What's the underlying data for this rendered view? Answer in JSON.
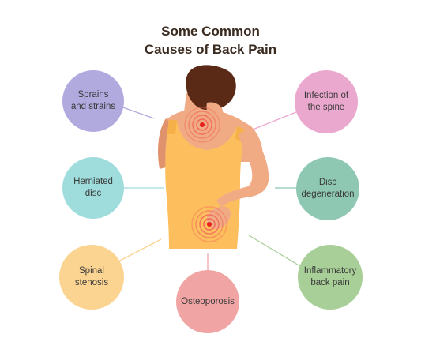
{
  "title": {
    "line1": "Some Common",
    "line2": "Causes of Back Pain"
  },
  "causes": [
    {
      "label": "Sprains and strains",
      "color": "#b1aadf"
    },
    {
      "label": "Herniated disc",
      "color": "#9fdcdc"
    },
    {
      "label": "Spinal stenosis",
      "color": "#fcd491"
    },
    {
      "label": "Osteoporosis",
      "color": "#f0a5a4"
    },
    {
      "label": "Infection of the spine",
      "color": "#eba8cf"
    },
    {
      "label": "Disc degeneration",
      "color": "#8ec8b2"
    },
    {
      "label": "Inflammatory back pain",
      "color": "#a9cf98"
    }
  ],
  "colors": {
    "hair": "#5a2a17",
    "skin": "#f0ab84",
    "skin_shadow": "#e0926c",
    "shirt": "#fdbf5d",
    "pain_ring": "#f2655a",
    "pain_dot": "#e8201d",
    "title": "#3a2a1f"
  },
  "figure_icon": "woman-back-pain-figure"
}
